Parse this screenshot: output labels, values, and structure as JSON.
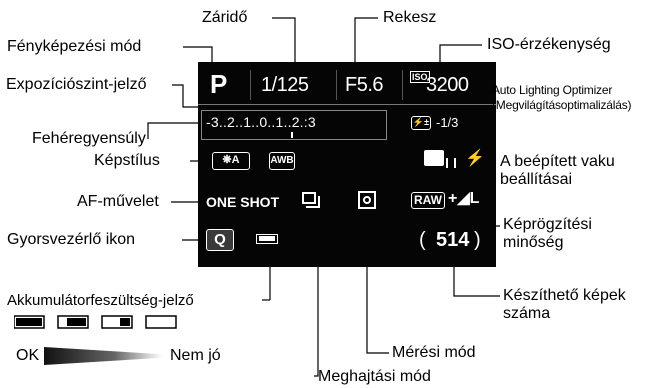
{
  "labels": {
    "shooting_mode": "Fényképezési mód",
    "shutter": "Záridő",
    "aperture": "Rekesz",
    "iso": "ISO-érzékenység",
    "exposure_level": "Expozíciószint-jelző",
    "alo": "Auto Lighting Optimizer\n(Megvilágításoptimalizálás)",
    "white_balance": "Fehéregyensúly",
    "picture_style": "Képstílus",
    "flash_settings": "A beépített vaku\nbeállításai",
    "af_operation": "AF-művelet",
    "quick_control": "Gyorsvezérlő ikon",
    "image_quality": "Képrögzítési\nminőség",
    "battery_check": "Akkumulátorfeszültség-jelző",
    "shots_remaining": "Készíthető képek\nszáma",
    "metering": "Mérési mód",
    "drive": "Meghajtási mód",
    "battery_ok": "OK",
    "battery_bad": "Nem jó"
  },
  "screen": {
    "mode": "P",
    "shutter": "1/125",
    "aperture": "F5.6",
    "iso_prefix": "ISO",
    "iso_value": "3200",
    "exposure_scale": "-3..2..1..0..1..2.:3",
    "flash_comp": "-1/3",
    "wb": "AWB",
    "picture_style": "A",
    "af": "ONE SHOT",
    "q": "Q",
    "quality_raw": "RAW",
    "shots": "514"
  },
  "colors": {
    "screen_bg": "#050505",
    "text": "#ffffff",
    "leader": "#000000"
  }
}
